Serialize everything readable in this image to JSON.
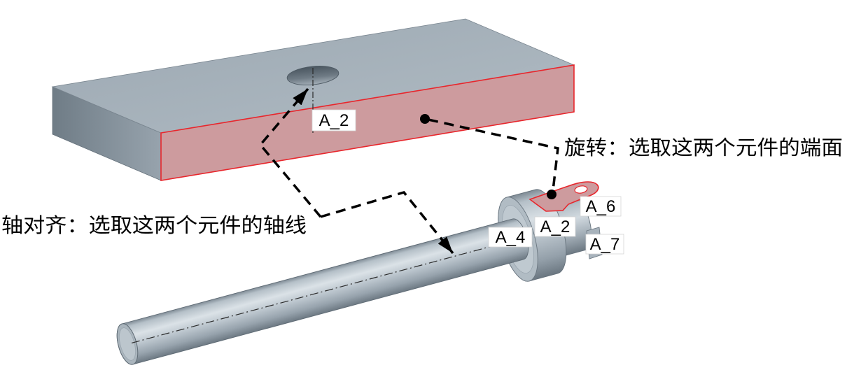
{
  "annotations": {
    "rotate_note": "旋转：选取这两个元件的端面",
    "axis_align_note": "轴对齐：选取这两个元件的轴线"
  },
  "plate": {
    "hole_axis_label": "A_2"
  },
  "shaft": {
    "axis_labels": [
      "A_6",
      "A_2",
      "A_4",
      "A_7"
    ]
  },
  "colors": {
    "selected_face": "#cd9b9e",
    "selected_edge": "#e8262c",
    "leader_line": "#000000"
  }
}
